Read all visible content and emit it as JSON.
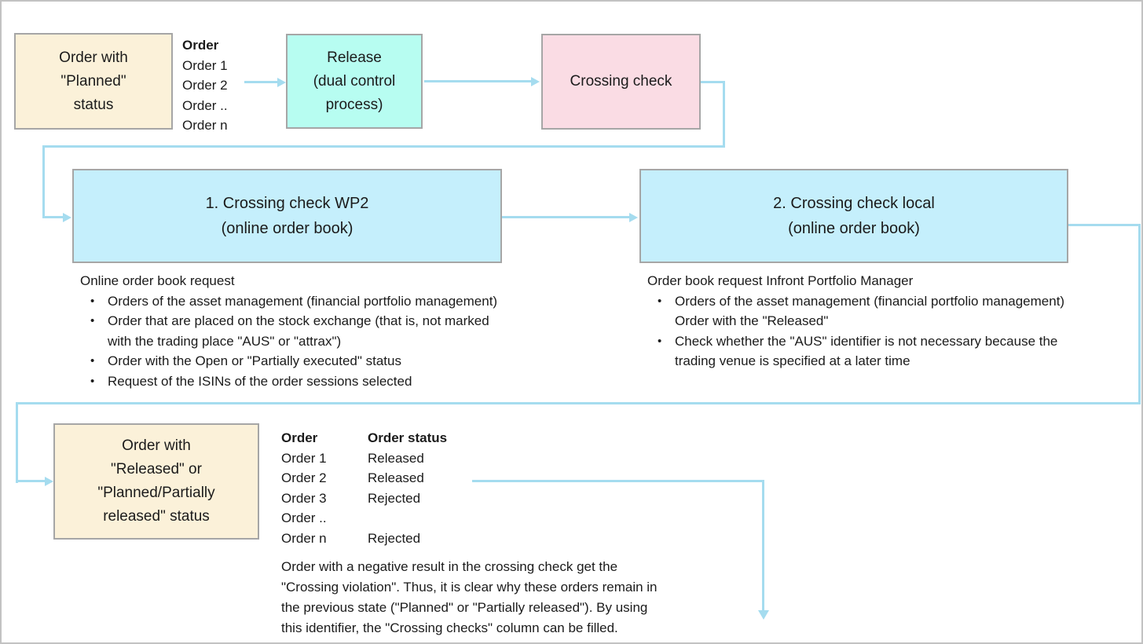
{
  "colors": {
    "box_cream": "#fbf1d9",
    "box_aqua": "#b7fdf1",
    "box_pink": "#fadce4",
    "box_blue": "#c5effc",
    "box_border": "#a6a6a6",
    "connector": "#a5dcef"
  },
  "bullet_glyph": "•",
  "flow": {
    "box_planned": {
      "lines": [
        "Order with",
        "\"Planned\"",
        "status"
      ]
    },
    "order_list_top": {
      "header": "Order",
      "items": [
        "Order 1",
        "Order 2",
        "Order ..",
        "Order n"
      ]
    },
    "box_release": {
      "lines": [
        "Release",
        "(dual control",
        "process)"
      ]
    },
    "box_crossing": {
      "lines": [
        "Crossing check"
      ]
    },
    "box_wp2": {
      "lines": [
        "1. Crossing check WP2",
        "(online order book)"
      ]
    },
    "wp2_details": {
      "title": "Online order book request",
      "bullets": [
        {
          "lines": [
            "Orders of the asset management (financial portfolio management)"
          ]
        },
        {
          "lines": [
            "Order that are placed on the stock exchange (that is, not marked",
            "with the trading place \"AUS\" or \"attrax\")"
          ]
        },
        {
          "lines": [
            "Order with the Open or \"Partially executed\" status"
          ]
        },
        {
          "lines": [
            "Request of the ISINs of the order sessions selected"
          ]
        }
      ]
    },
    "box_local": {
      "lines": [
        "2. Crossing check local",
        "(online order book)"
      ]
    },
    "local_details": {
      "title": "Order book request Infront Portfolio Manager",
      "bullets": [
        {
          "lines": [
            "Orders of the asset management (financial portfolio management)",
            "Order with the \"Released\""
          ]
        },
        {
          "lines": [
            "Check whether the \"AUS\" identifier is not necessary because the",
            "trading venue is specified at a later time"
          ]
        }
      ]
    },
    "box_released": {
      "lines": [
        "Order with",
        "\"Released\" or",
        "\"Planned/Partially",
        "released\" status"
      ]
    },
    "result_table": {
      "headers": [
        "Order",
        "Order status"
      ],
      "rows": [
        [
          "Order 1",
          "Released"
        ],
        [
          "Order 2",
          "Released"
        ],
        [
          "Order 3",
          "Rejected"
        ],
        [
          "Order ..",
          ""
        ],
        [
          "Order n",
          "Rejected"
        ]
      ]
    },
    "note": {
      "lines": [
        "Order with a negative result in the crossing check get the",
        "\"Crossing violation\". Thus, it is clear why these orders remain in",
        "the previous state (\"Planned\" or \"Partially released\"). By using",
        "this identifier, the \"Crossing checks\" column can be filled."
      ]
    }
  }
}
